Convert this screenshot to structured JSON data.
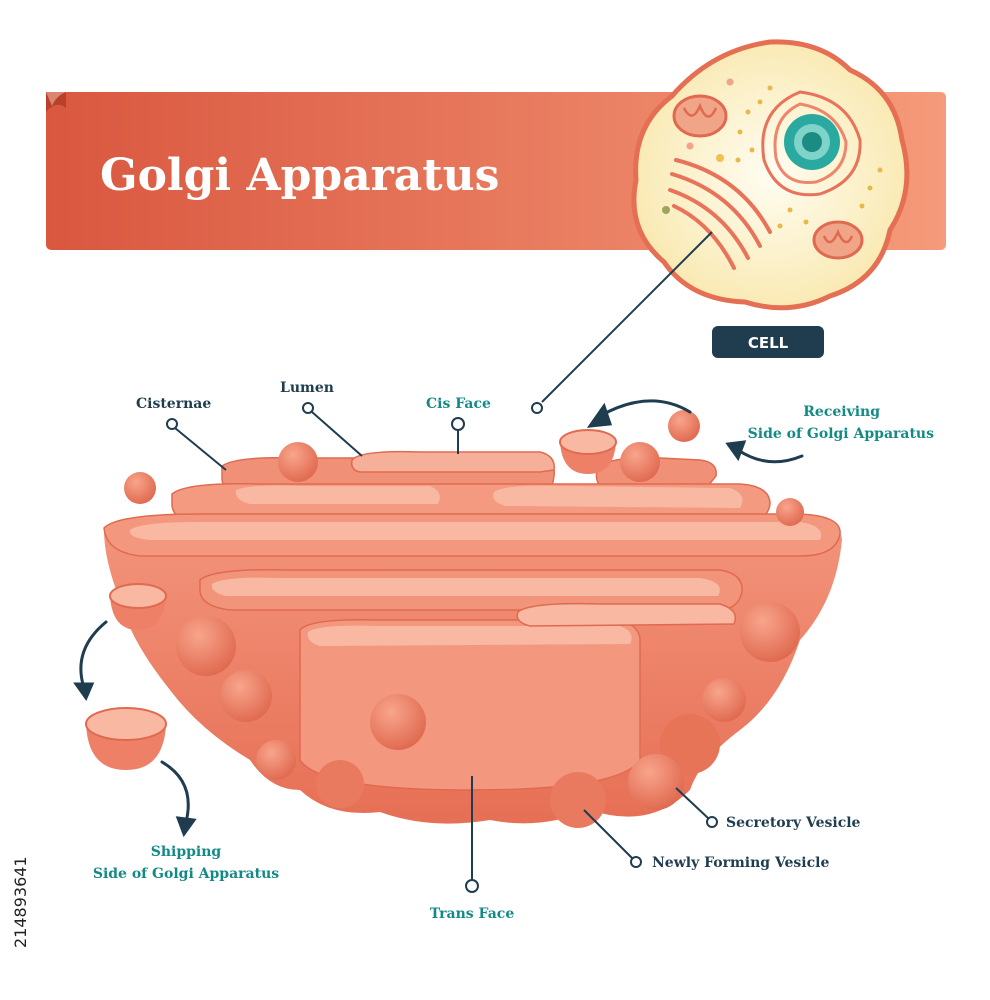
{
  "title": "Golgi Apparatus",
  "cell_badge": "CELL",
  "labels": {
    "cisternae": "Cisternae",
    "lumen": "Lumen",
    "cis_face": "Cis Face",
    "receiving_line1": "Receiving",
    "receiving_line2": "Side of Golgi Apparatus",
    "shipping_line1": "Shipping",
    "shipping_line2": "Side of Golgi Apparatus",
    "trans_face": "Trans Face",
    "secretory_vesicle": "Secretory Vesicle",
    "newly_forming_vesicle": "Newly Forming Vesicle"
  },
  "stock_id": "214893641",
  "colors": {
    "banner": "#de6a4e",
    "organelle": "#ee8a72",
    "organelle_dark": "#d9624a",
    "lumen_fill": "#f6b09a",
    "label_dark": "#1f3d4f",
    "label_teal": "#138a86",
    "cell_fill": "#fdf1c8",
    "nucleus": "#2aa9a0"
  }
}
